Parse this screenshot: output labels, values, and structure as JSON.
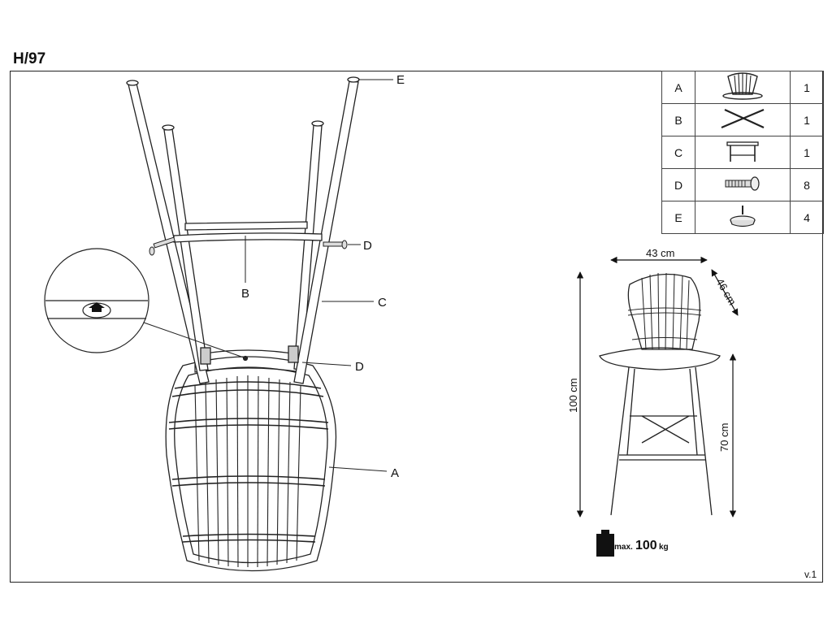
{
  "header": {
    "model": "H/97"
  },
  "footer": {
    "version": "v.1"
  },
  "parts_table": [
    {
      "letter": "A",
      "qty": "1",
      "icon": "seat-shell-icon"
    },
    {
      "letter": "B",
      "qty": "1",
      "icon": "cross-brace-icon"
    },
    {
      "letter": "C",
      "qty": "1",
      "icon": "leg-frame-icon"
    },
    {
      "letter": "D",
      "qty": "8",
      "icon": "screw-icon"
    },
    {
      "letter": "E",
      "qty": "4",
      "icon": "glide-foot-icon"
    }
  ],
  "assembly_labels": {
    "e": "E",
    "d_top": "D",
    "b": "B",
    "c": "C",
    "d_bottom": "D",
    "a": "A"
  },
  "dimensions": {
    "width": "43 cm",
    "depth": "46 cm",
    "height": "100 cm",
    "seat_height": "70 cm"
  },
  "max_load": {
    "prefix": "max.",
    "value": "100",
    "unit": "kg"
  }
}
